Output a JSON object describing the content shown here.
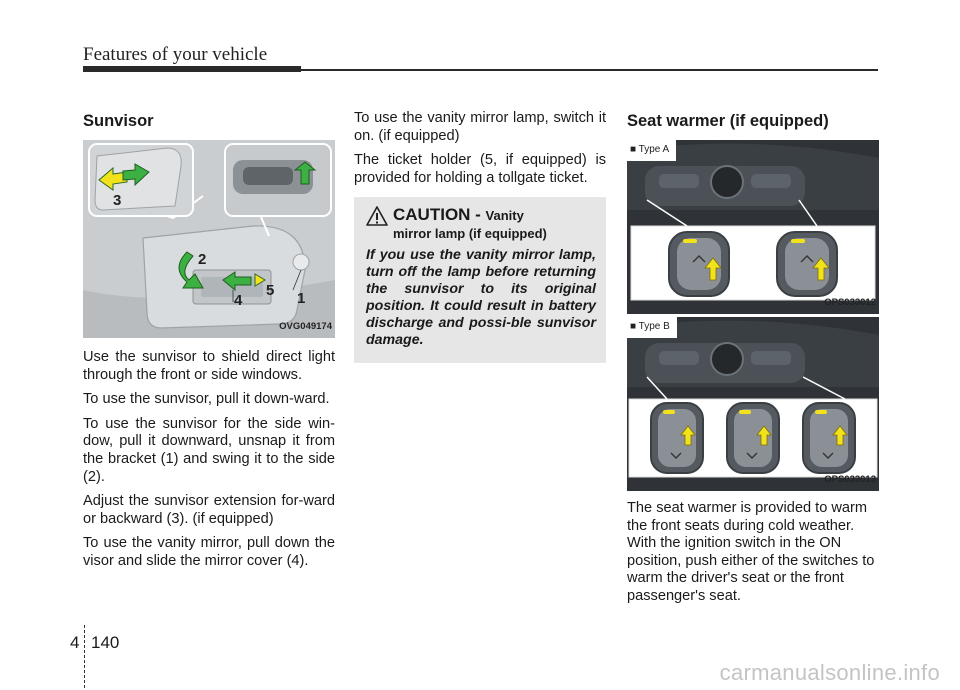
{
  "header": {
    "title": "Features of your vehicle"
  },
  "left_column": {
    "heading": "Sunvisor",
    "figure_code": "OVG049174",
    "callouts": [
      "1",
      "2",
      "3",
      "4",
      "5"
    ],
    "paragraphs": [
      "Use the sunvisor to shield direct light through the front or side windows.",
      "To use the sunvisor, pull it down-ward.",
      "To use the sunvisor for the side win-dow, pull it downward, unsnap it from the bracket (1) and swing it to the side (2).",
      "Adjust the sunvisor extension for-ward or backward (3). (if equipped)",
      "To use the vanity mirror, pull down the visor and slide the mirror cover (4)."
    ]
  },
  "middle_column": {
    "paragraphs": [
      "To use the vanity mirror lamp, switch it on. (if equipped)",
      "The ticket holder (5, if equipped) is provided for holding a tollgate ticket."
    ],
    "caution": {
      "word": "CAUTION - ",
      "topic": "Vanity",
      "subtopic": "mirror lamp (if equipped)",
      "body": "If you use the vanity mirror lamp, turn off the lamp before returning the sunvisor to its original position. It could result in battery discharge and possi-ble sunvisor damage."
    }
  },
  "right_column": {
    "heading": "Seat warmer (if equipped)",
    "figure_a": {
      "tag": "■ Type A",
      "code": "OPS033012"
    },
    "figure_b": {
      "tag": "■ Type B",
      "code": "OPS033013"
    },
    "paragraph": "The seat warmer is provided to warm the front seats during cold weather. With the ignition switch in the ON position, push either of the switches to warm the driver's seat or the front passenger's seat."
  },
  "footer": {
    "chapter": "4",
    "page": "140",
    "watermark": "carmanualsonline.info"
  },
  "colors": {
    "rule": "#2a2a2a",
    "arrow_green": "#3cb043",
    "arrow_yellow": "#f2e21b",
    "caution_bg": "#e6e6e6",
    "watermark": "#c4c4c4"
  }
}
